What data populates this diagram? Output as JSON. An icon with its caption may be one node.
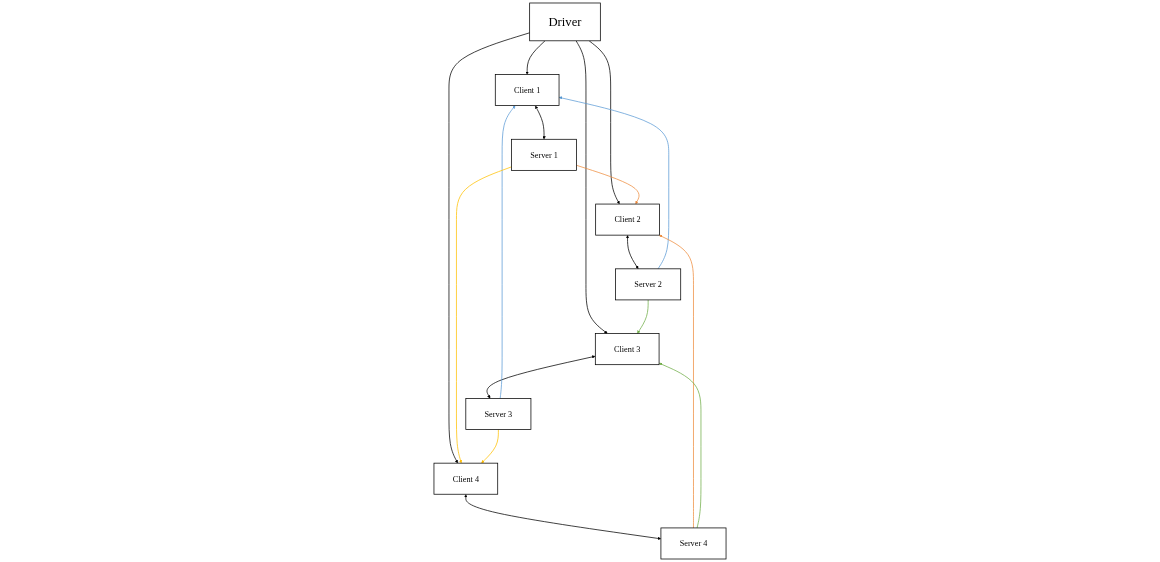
{
  "diagram": {
    "nodes": [
      {
        "text": [
          "Driver"
        ]
      },
      {
        "text": [
          "Client 1"
        ]
      },
      {
        "text": [
          "Client 2"
        ]
      },
      {
        "text": [
          "Client 3"
        ]
      },
      {
        "text": [
          "Client 4"
        ]
      },
      {
        "text": [
          "Server 1"
        ]
      },
      {
        "text": [
          "Server 2"
        ]
      },
      {
        "text": [
          "Server 3"
        ]
      },
      {
        "text": [
          "Server 4"
        ]
      }
    ],
    "edges": [
      {
        "from": 0,
        "to": 1,
        "arrow": "to"
      },
      {
        "from": 0,
        "to": 2,
        "arrow": "to"
      },
      {
        "from": 0,
        "to": 3,
        "arrow": "to"
      },
      {
        "from": 0,
        "to": 4,
        "arrow": "to"
      },
      {
        "from": 1,
        "to": 5,
        "arrow": "both"
      },
      {
        "from": 2,
        "to": 6,
        "arrow": "both"
      },
      {
        "from": 3,
        "to": 7,
        "arrow": "both"
      },
      {
        "from": 4,
        "to": 8,
        "arrow": "both"
      },
      {
        "from": 6,
        "to": 1,
        "arrow": "to",
        "color": "#5b9bd5"
      },
      {
        "from": 7,
        "to": 1,
        "arrow": "to",
        "color": "#5b9bd5"
      },
      {
        "from": 5,
        "to": 2,
        "arrow": "to",
        "color": "#ed8b3c"
      },
      {
        "from": 8,
        "to": 2,
        "arrow": "to",
        "color": "#ed8b3c"
      },
      {
        "from": 6,
        "to": 3,
        "arrow": "to",
        "color": "#70ad47"
      },
      {
        "from": 8,
        "to": 3,
        "arrow": "to",
        "color": "#70ad47"
      },
      {
        "from": 5,
        "to": 4,
        "arrow": "to",
        "color": "#ffc000"
      },
      {
        "from": 7,
        "to": 4,
        "arrow": "to",
        "color": "#ffc000"
      }
    ]
  }
}
